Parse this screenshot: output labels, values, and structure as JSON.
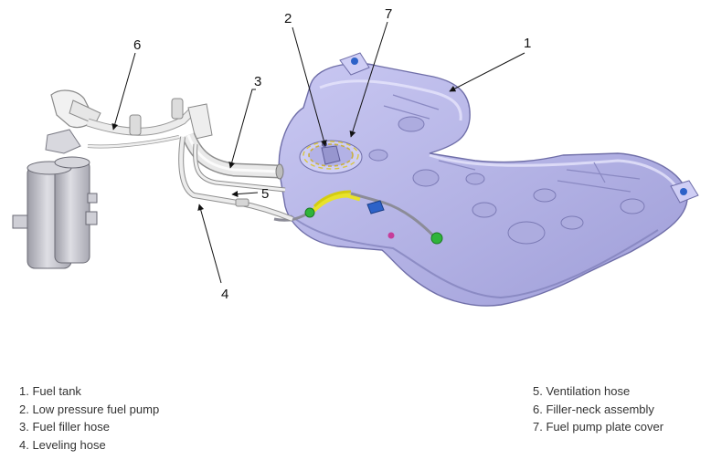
{
  "callouts": [
    "1",
    "2",
    "3",
    "4",
    "5",
    "6",
    "7"
  ],
  "legend": {
    "left": [
      "1. Fuel tank",
      "2. Low pressure fuel pump",
      "3. Fuel filler hose",
      "4. Leveling hose"
    ],
    "right": [
      "5. Ventilation hose",
      "6. Filler-neck assembly",
      "7. Fuel pump plate cover"
    ]
  },
  "colors": {
    "tank_fill": "#b9b8ea",
    "tank_stroke": "#6f6ea8",
    "hose": "#e3e3e3",
    "canister": "#c7c7cf",
    "highlight_yellow": "#e8e22a",
    "connector_green": "#2fb43a",
    "connector_blue": "#2d62c8",
    "connector_magenta": "#c63c9a"
  }
}
